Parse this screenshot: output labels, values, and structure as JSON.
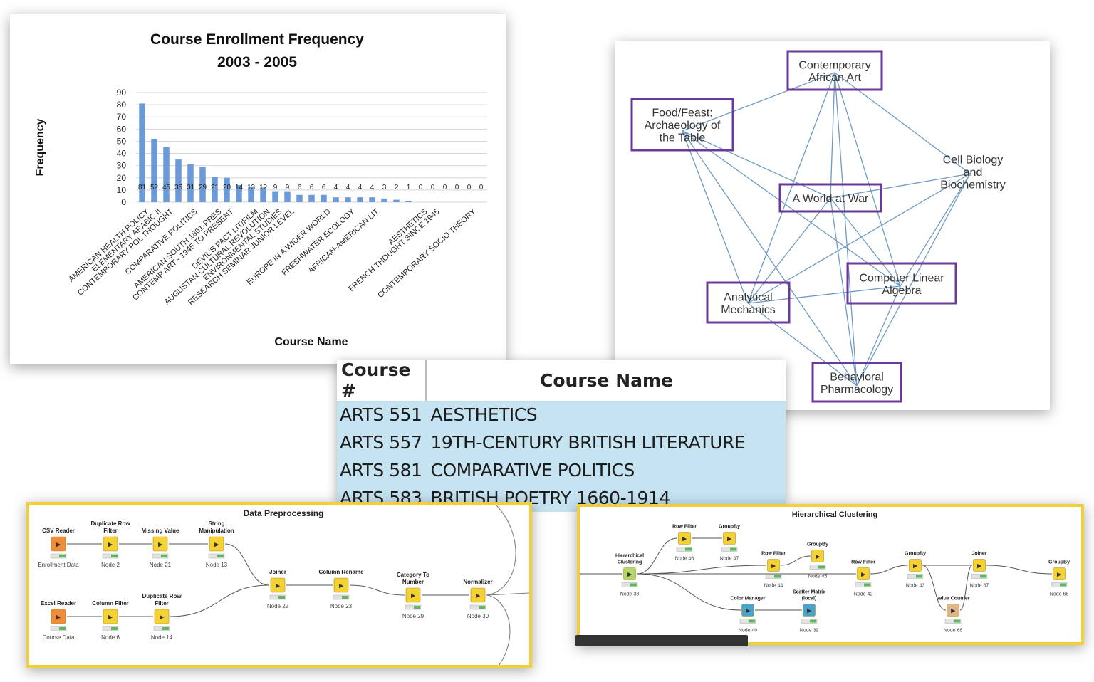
{
  "chart_data": {
    "type": "bar",
    "title": "Course Enrollment Frequency",
    "subtitle": "2003 - 2005",
    "xlabel": "Course Name",
    "ylabel": "Frequency",
    "ylim": [
      0,
      90
    ],
    "yticks": [
      "0",
      "10",
      "20",
      "30",
      "40",
      "50",
      "60",
      "70",
      "80",
      "90"
    ],
    "grid": true,
    "color": "#6a9bd8",
    "values": [
      81,
      52,
      45,
      35,
      31,
      29,
      21,
      20,
      14,
      13,
      12,
      9,
      9,
      6,
      6,
      6,
      4,
      4,
      4,
      4,
      3,
      2,
      1,
      0,
      0,
      0,
      0,
      0,
      0
    ],
    "categories": [
      {
        "label": "AMERICAN HEALTH POLICY",
        "index": 0
      },
      {
        "label": "ELEMENTARY ARABIC II",
        "index": 1
      },
      {
        "label": "CONTEMPORARY POL THOUGHT",
        "index": 2
      },
      {
        "label": "COMPARATIVE POLITICS",
        "index": 4
      },
      {
        "label": "AMERICAN SOUTH 1861-PRES",
        "index": 6
      },
      {
        "label": "CONTEMP ART - 1945 TO PRESENT",
        "index": 7
      },
      {
        "label": "DEVIL'S PACT LIT/FILM",
        "index": 9
      },
      {
        "label": "AUGUSTAN CULTURAL REVOLUTION",
        "index": 10
      },
      {
        "label": "ENVIRONMENTAL STUDIES",
        "index": 11
      },
      {
        "label": "RESEARCH SEMINAR JUNIOR LEVEL",
        "index": 12
      },
      {
        "label": "EUROPE IN A WIDER WORLD",
        "index": 15
      },
      {
        "label": "FRESHWATER ECOLOGY",
        "index": 17
      },
      {
        "label": "AFRICAN-AMERICAN LIT",
        "index": 19
      },
      {
        "label": "AESTHETICS",
        "index": 23
      },
      {
        "label": "FRENCH THOUGHT SINCE 1945",
        "index": 24
      },
      {
        "label": "CONTEMPORARY SOCIO THEORY",
        "index": 27
      }
    ]
  },
  "graph": {
    "nodes": [
      {
        "id": "caa",
        "lines": [
          "Contemporary",
          "African Art"
        ]
      },
      {
        "id": "ff",
        "lines": [
          "Food/Feast:",
          "Archaeology of",
          "the Table"
        ]
      },
      {
        "id": "cb",
        "lines": [
          "Cell Biology",
          "and",
          "Biochemistry"
        ]
      },
      {
        "id": "ww",
        "lines": [
          "A World at War"
        ]
      },
      {
        "id": "cla",
        "lines": [
          "Computer Linear",
          "Algebra"
        ]
      },
      {
        "id": "am",
        "lines": [
          "Analytical",
          "Mechanics"
        ]
      },
      {
        "id": "bp",
        "lines": [
          "Behavioral",
          "Pharmacology"
        ]
      }
    ],
    "edges": [
      [
        "caa",
        "ff"
      ],
      [
        "caa",
        "ww"
      ],
      [
        "caa",
        "cla"
      ],
      [
        "caa",
        "am"
      ],
      [
        "caa",
        "bp"
      ],
      [
        "caa",
        "cb"
      ],
      [
        "ff",
        "ww"
      ],
      [
        "ff",
        "cla"
      ],
      [
        "ff",
        "am"
      ],
      [
        "ff",
        "bp"
      ],
      [
        "cb",
        "ww"
      ],
      [
        "cb",
        "am"
      ],
      [
        "cb",
        "bp"
      ],
      [
        "cb",
        "cla"
      ],
      [
        "ww",
        "cla"
      ],
      [
        "ww",
        "am"
      ],
      [
        "ww",
        "bp"
      ],
      [
        "cla",
        "am"
      ],
      [
        "cla",
        "bp"
      ],
      [
        "am",
        "bp"
      ]
    ]
  },
  "table": {
    "headers": {
      "num": "Course #",
      "name": "Course Name"
    },
    "rows": [
      {
        "num": "ARTS 551",
        "name": "AESTHETICS"
      },
      {
        "num": "ARTS 557",
        "name": "19TH-CENTURY BRITISH LITERATURE"
      },
      {
        "num": "ARTS 581",
        "name": "COMPARATIVE POLITICS"
      },
      {
        "num": "ARTS 583",
        "name": "BRITISH POETRY 1660-1914"
      }
    ]
  },
  "workflow1": {
    "title": "Data Preprocessing",
    "nodes": [
      {
        "id": "n1",
        "type": "CSV Reader",
        "label": "Enrollment Data",
        "color": "#f08c3a"
      },
      {
        "id": "n2",
        "type": "Duplicate Row Filter",
        "label": "Node 2",
        "color": "#f5d233"
      },
      {
        "id": "n3",
        "type": "Missing Value",
        "label": "Node 21",
        "color": "#f5d233"
      },
      {
        "id": "n4",
        "type": "String Manipulation",
        "label": "Node 13",
        "color": "#f5d233"
      },
      {
        "id": "n5",
        "type": "Joiner",
        "label": "Node 22",
        "color": "#f5d233"
      },
      {
        "id": "n6",
        "type": "Column Rename",
        "label": "Node 23",
        "color": "#f5d233"
      },
      {
        "id": "n7",
        "type": "Category To Number",
        "label": "Node 29",
        "color": "#f5d233"
      },
      {
        "id": "n8",
        "type": "Normalizer",
        "label": "Node 30",
        "color": "#f5d233"
      },
      {
        "id": "n9",
        "type": "Excel Reader",
        "label": "Course Data",
        "color": "#f08c3a"
      },
      {
        "id": "n10",
        "type": "Column Filter",
        "label": "Node 6",
        "color": "#f5d233"
      },
      {
        "id": "n11",
        "type": "Duplicate Row Filter",
        "label": "Node 14",
        "color": "#f5d233"
      }
    ]
  },
  "workflow2": {
    "title": "Hierarchical Clustering",
    "nodes": [
      {
        "id": "m1",
        "type": "Hierarchical Clustering",
        "label": "Node 38",
        "color": "#b5d86a"
      },
      {
        "id": "m2",
        "type": "Row Filter",
        "label": "Node 46",
        "color": "#f5d233"
      },
      {
        "id": "m3",
        "type": "GroupBy",
        "label": "Node 47",
        "color": "#f5d233"
      },
      {
        "id": "m4",
        "type": "Row Filter",
        "label": "Node 44",
        "color": "#f5d233"
      },
      {
        "id": "m5",
        "type": "GroupBy",
        "label": "Node 45",
        "color": "#f5d233"
      },
      {
        "id": "m6",
        "type": "Row Filter",
        "label": "Node 42",
        "color": "#f5d233"
      },
      {
        "id": "m7",
        "type": "GroupBy",
        "label": "Node 43",
        "color": "#f5d233"
      },
      {
        "id": "m8",
        "type": "Joiner",
        "label": "Node 67",
        "color": "#f5d233"
      },
      {
        "id": "m9",
        "type": "GroupBy",
        "label": "Node 68",
        "color": "#f5d233"
      },
      {
        "id": "m10",
        "type": "Color Manager",
        "label": "Node 40",
        "color": "#4aa3c9"
      },
      {
        "id": "m11",
        "type": "Scatter Matrix (local)",
        "label": "Node 39",
        "color": "#4aa3c9"
      },
      {
        "id": "m12",
        "type": "Value Counter",
        "label": "Node 66",
        "color": "#e0b48a"
      }
    ]
  }
}
